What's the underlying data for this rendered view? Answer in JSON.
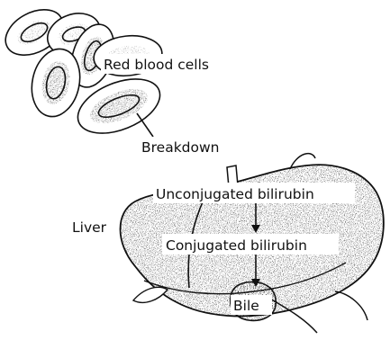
{
  "labels": {
    "rbc": "Red blood cells",
    "breakdown": "Breakdown",
    "unconjugated": "Unconjugated bilirubin",
    "liver": "Liver",
    "conjugated": "Conjugated bilirubin",
    "bile": "Bile"
  },
  "icons": [
    "red-blood-cell-icon",
    "liver-illustration",
    "gallbladder-icon",
    "arrow-down-icon"
  ],
  "colors": {
    "ink": "#111111",
    "paper": "#ffffff"
  }
}
